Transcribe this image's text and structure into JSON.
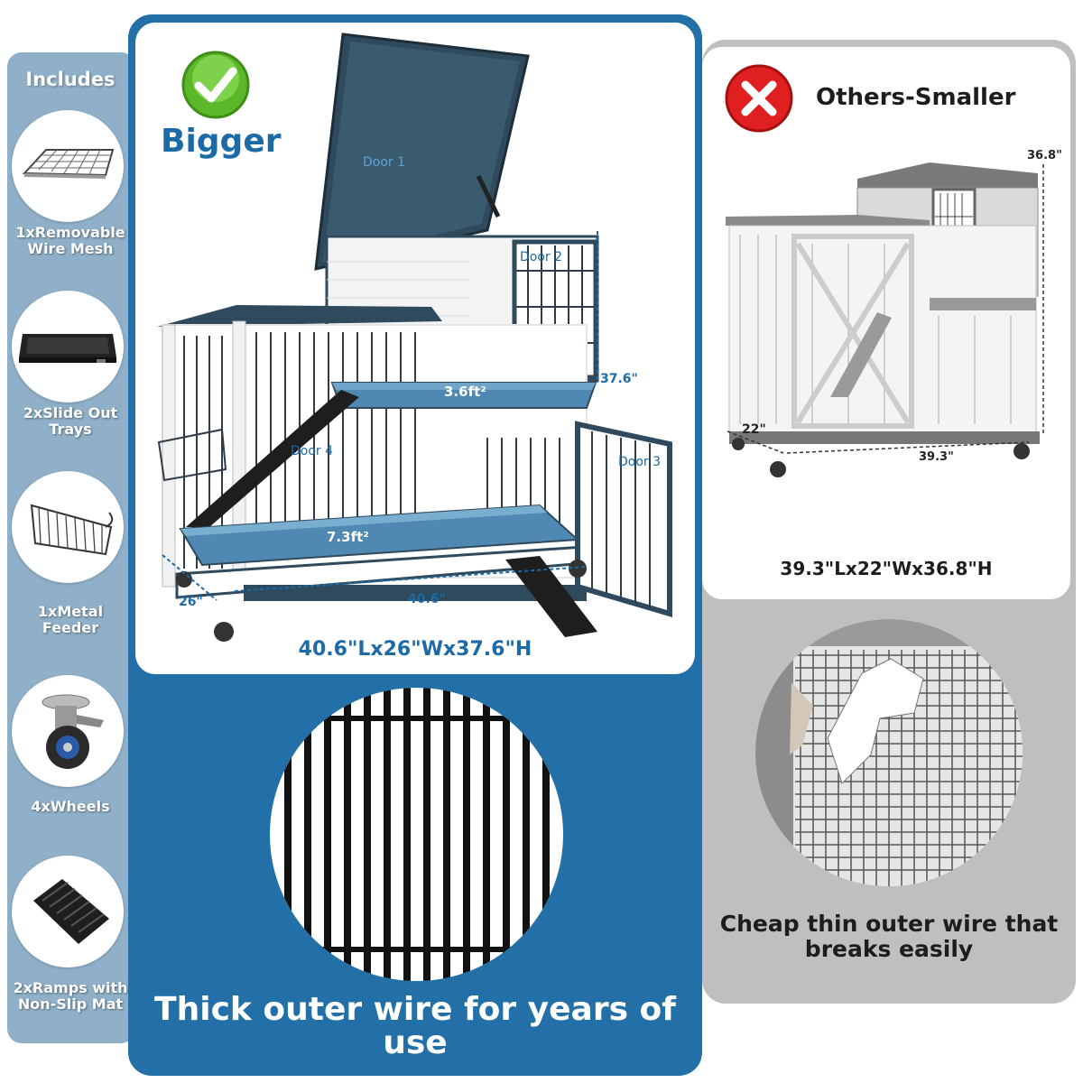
{
  "includes": {
    "title": "Includes",
    "items": [
      {
        "label_lines": [
          "1xRemovable",
          "Wire Mesh"
        ],
        "icon": "wire-mesh-icon"
      },
      {
        "label_lines": [
          "2xSlide Out",
          "Trays"
        ],
        "icon": "tray-icon"
      },
      {
        "label_lines": [
          "1xMetal",
          "Feeder"
        ],
        "icon": "feeder-icon"
      },
      {
        "label_lines": [
          "4xWheels"
        ],
        "icon": "wheel-icon"
      },
      {
        "label_lines": [
          "2xRamps with",
          "Non-Slip Mat"
        ],
        "icon": "ramp-icon"
      }
    ]
  },
  "bigger": {
    "heading": "Bigger",
    "dimensions": "40.6\"Lx26\"Wx37.6\"H",
    "labels": {
      "door1": "Door 1",
      "door2": "Door 2",
      "door3": "Door 3",
      "door4": "Door 4",
      "upper_area": "3.6ft²",
      "lower_area": "7.3ft²",
      "height": "37.6\"",
      "width": "26\"",
      "length": "40.6\""
    },
    "caption": "Thick outer wire for years of use",
    "colors": {
      "accent": "#1c6aa6",
      "panel": "#2270a7",
      "roof": "#2f4a5c"
    }
  },
  "others": {
    "heading": "Others-Smaller",
    "dimensions": "39.3\"Lx22\"Wx36.8\"H",
    "labels": {
      "height": "36.8\"",
      "width": "22\"",
      "length": "39.3\""
    },
    "caption": "Cheap thin outer wire that breaks easily",
    "colors": {
      "panel": "#bfbfbf",
      "x_badge": "#e02020"
    }
  }
}
